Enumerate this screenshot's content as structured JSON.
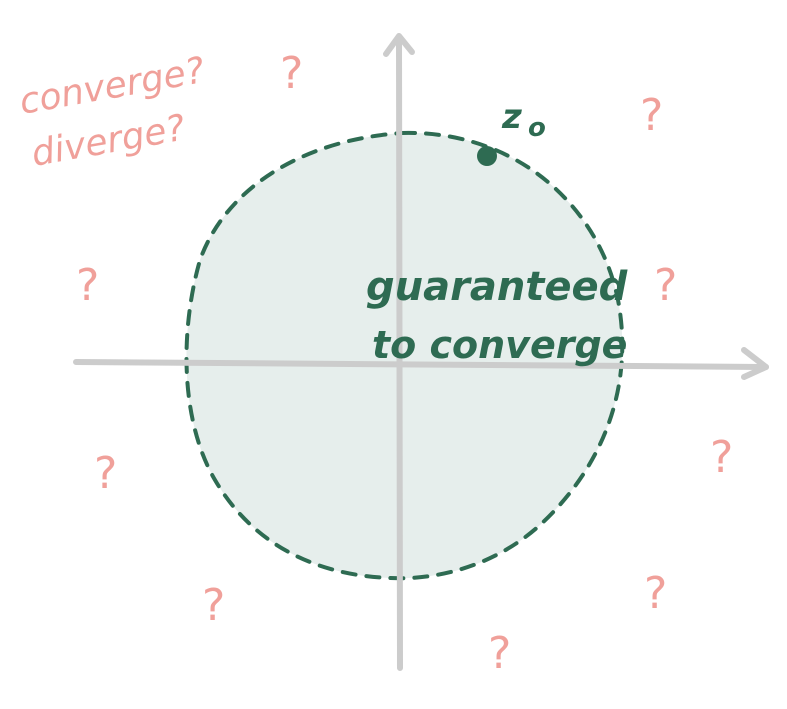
{
  "labels": {
    "point": "z",
    "point_subscript": "o",
    "inside_line1": "guaranteed",
    "inside_line2": "to converge",
    "corner_line1": "converge?",
    "corner_line2": "diverge?",
    "question_mark": "?"
  },
  "colors": {
    "axis": "#cccccc",
    "disk_fill": "#e6eeec",
    "disk_outline": "#2e6b52",
    "green_text": "#2e6b52",
    "pink_text": "#f0a09a",
    "background": "#ffffff"
  }
}
